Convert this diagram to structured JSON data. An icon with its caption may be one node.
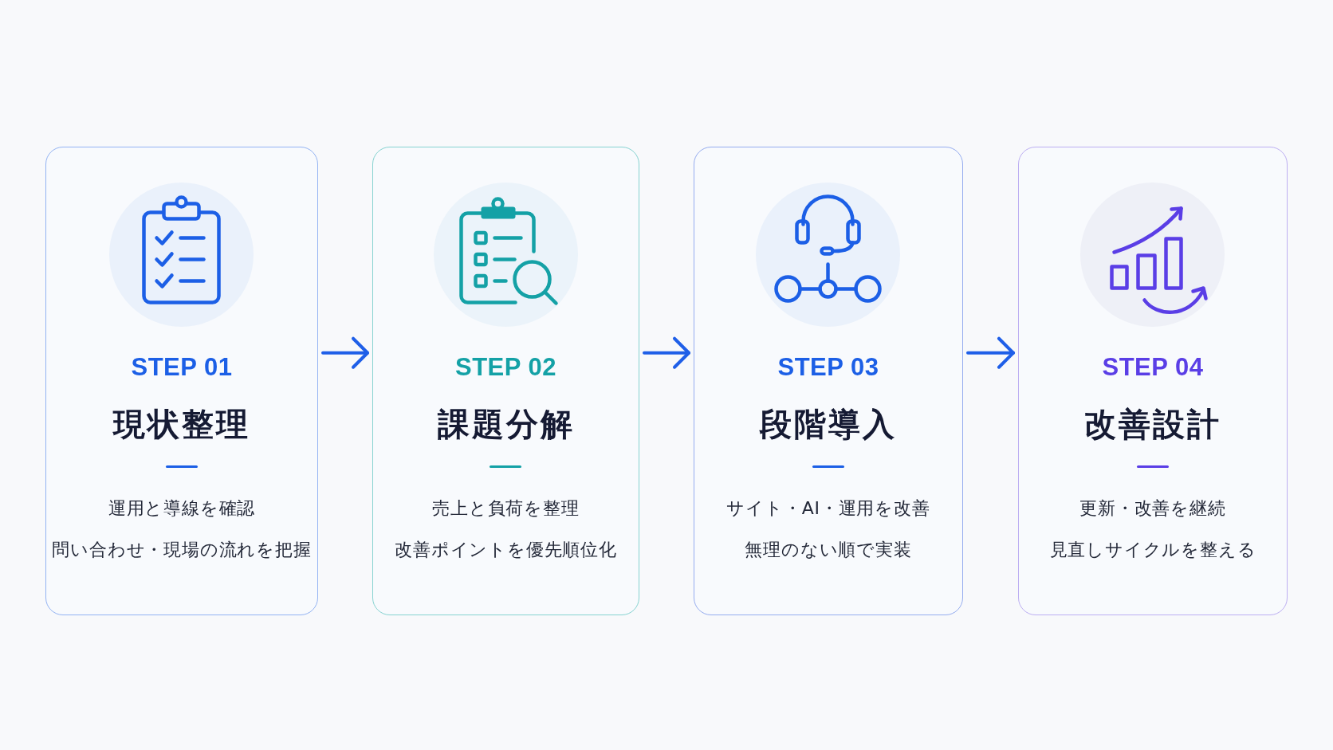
{
  "diagram": {
    "nodes": [
      {
        "text": [
          "STEP 01",
          "現状整理",
          "運用と導線を確認",
          "問い合わせ・現場の流れを把握"
        ]
      },
      {
        "text": [
          "STEP 02",
          "課題分解",
          "売上と負荷を整理",
          "改善ポイントを優先順位化"
        ]
      },
      {
        "text": [
          "STEP 03",
          "段階導入",
          "サイト・AI・運用を改善",
          "無理のない順で実装"
        ]
      },
      {
        "text": [
          "STEP 04",
          "改善設計",
          "更新・改善を継続",
          "見直しサイクルを整える"
        ]
      }
    ],
    "edges": [
      {
        "from": 0,
        "to": 1,
        "arrow": "to"
      },
      {
        "from": 1,
        "to": 2,
        "arrow": "to"
      },
      {
        "from": 2,
        "to": 3,
        "arrow": "to"
      }
    ]
  }
}
